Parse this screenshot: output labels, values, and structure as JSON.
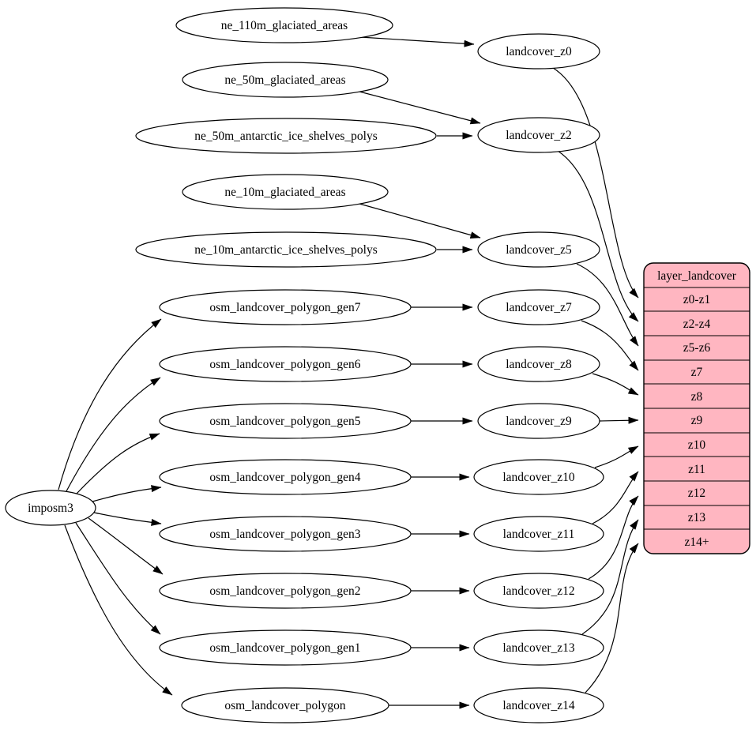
{
  "diagram": {
    "kind": "etl-dependency-graph",
    "background": "#ffffff"
  },
  "colors": {
    "node_fill": "#ffffff",
    "stroke": "#000000",
    "table_fill": "#ffb6c1"
  },
  "nodes": {
    "imposm3": {
      "label": "imposm3"
    },
    "sources": [
      {
        "label": "ne_110m_glaciated_areas"
      },
      {
        "label": "ne_50m_glaciated_areas"
      },
      {
        "label": "ne_50m_antarctic_ice_shelves_polys"
      },
      {
        "label": "ne_10m_glaciated_areas"
      },
      {
        "label": "ne_10m_antarctic_ice_shelves_polys"
      },
      {
        "label": "osm_landcover_polygon_gen7"
      },
      {
        "label": "osm_landcover_polygon_gen6"
      },
      {
        "label": "osm_landcover_polygon_gen5"
      },
      {
        "label": "osm_landcover_polygon_gen4"
      },
      {
        "label": "osm_landcover_polygon_gen3"
      },
      {
        "label": "osm_landcover_polygon_gen2"
      },
      {
        "label": "osm_landcover_polygon_gen1"
      },
      {
        "label": "osm_landcover_polygon"
      }
    ],
    "functions": [
      {
        "label": "landcover_z0"
      },
      {
        "label": "landcover_z2"
      },
      {
        "label": "landcover_z5"
      },
      {
        "label": "landcover_z7"
      },
      {
        "label": "landcover_z8"
      },
      {
        "label": "landcover_z9"
      },
      {
        "label": "landcover_z10"
      },
      {
        "label": "landcover_z11"
      },
      {
        "label": "landcover_z12"
      },
      {
        "label": "landcover_z13"
      },
      {
        "label": "landcover_z14"
      }
    ]
  },
  "table": {
    "title": "layer_landcover",
    "fill": "#ffb6c1",
    "rows": [
      "z0-z1",
      "z2-z4",
      "z5-z6",
      "z7",
      "z8",
      "z9",
      "z10",
      "z11",
      "z12",
      "z13",
      "z14+"
    ]
  },
  "edges": [
    {
      "from": "ne_110m_glaciated_areas",
      "to": "landcover_z0"
    },
    {
      "from": "ne_50m_glaciated_areas",
      "to": "landcover_z2"
    },
    {
      "from": "ne_50m_antarctic_ice_shelves_polys",
      "to": "landcover_z2"
    },
    {
      "from": "ne_10m_glaciated_areas",
      "to": "landcover_z5"
    },
    {
      "from": "ne_10m_antarctic_ice_shelves_polys",
      "to": "landcover_z5"
    },
    {
      "from": "osm_landcover_polygon_gen7",
      "to": "landcover_z7"
    },
    {
      "from": "osm_landcover_polygon_gen6",
      "to": "landcover_z8"
    },
    {
      "from": "osm_landcover_polygon_gen5",
      "to": "landcover_z9"
    },
    {
      "from": "osm_landcover_polygon_gen4",
      "to": "landcover_z10"
    },
    {
      "from": "osm_landcover_polygon_gen3",
      "to": "landcover_z11"
    },
    {
      "from": "osm_landcover_polygon_gen2",
      "to": "landcover_z12"
    },
    {
      "from": "osm_landcover_polygon_gen1",
      "to": "landcover_z13"
    },
    {
      "from": "osm_landcover_polygon",
      "to": "landcover_z14"
    },
    {
      "from": "imposm3",
      "to": "osm_landcover_polygon_gen7"
    },
    {
      "from": "imposm3",
      "to": "osm_landcover_polygon_gen6"
    },
    {
      "from": "imposm3",
      "to": "osm_landcover_polygon_gen5"
    },
    {
      "from": "imposm3",
      "to": "osm_landcover_polygon_gen4"
    },
    {
      "from": "imposm3",
      "to": "osm_landcover_polygon_gen3"
    },
    {
      "from": "imposm3",
      "to": "osm_landcover_polygon_gen2"
    },
    {
      "from": "imposm3",
      "to": "osm_landcover_polygon_gen1"
    },
    {
      "from": "imposm3",
      "to": "osm_landcover_polygon"
    },
    {
      "from": "landcover_z0",
      "to": "layer_landcover.z0-z1"
    },
    {
      "from": "landcover_z2",
      "to": "layer_landcover.z2-z4"
    },
    {
      "from": "landcover_z5",
      "to": "layer_landcover.z5-z6"
    },
    {
      "from": "landcover_z7",
      "to": "layer_landcover.z7"
    },
    {
      "from": "landcover_z8",
      "to": "layer_landcover.z8"
    },
    {
      "from": "landcover_z9",
      "to": "layer_landcover.z9"
    },
    {
      "from": "landcover_z10",
      "to": "layer_landcover.z10"
    },
    {
      "from": "landcover_z11",
      "to": "layer_landcover.z11"
    },
    {
      "from": "landcover_z12",
      "to": "layer_landcover.z12"
    },
    {
      "from": "landcover_z13",
      "to": "layer_landcover.z13"
    },
    {
      "from": "landcover_z14",
      "to": "layer_landcover.z14+"
    }
  ]
}
